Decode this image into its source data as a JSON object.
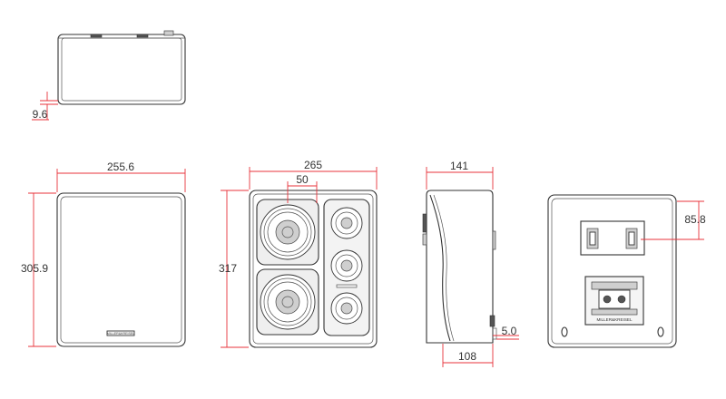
{
  "dimensions": {
    "top_depth": "9.6",
    "front_width": "255.6",
    "front_height": "305.9",
    "grille_off_width": "265",
    "driver_offset": "50",
    "grille_off_height": "317",
    "side_depth": "141",
    "side_base_depth": "108",
    "side_offset": "5.0",
    "rear_bracket_offset": "85.8"
  },
  "logos": {
    "front_badge": "MILLER&KREISEL",
    "rear_plate": "MILLER&KREISEL"
  },
  "colors": {
    "line": "#333333",
    "dimension": "#e8333b"
  }
}
